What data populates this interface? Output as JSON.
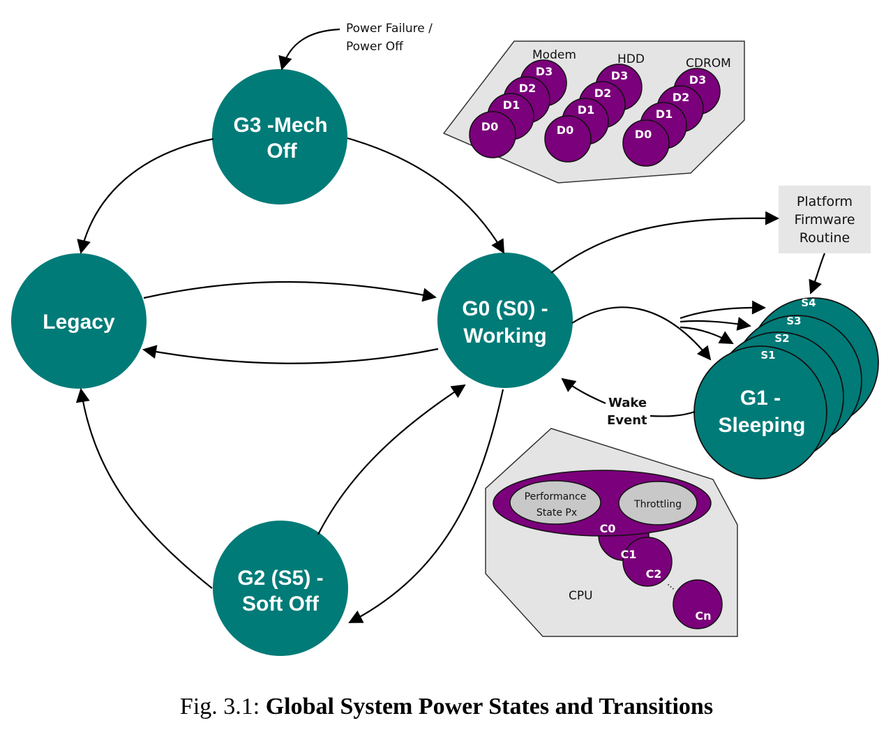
{
  "colors": {
    "state_fill": "#007b78",
    "device_fill": "#7b007b",
    "panel_fill": "#e4e4e4",
    "inner_fill": "#c8c8c8",
    "firmware_box_fill": "#e6e6e6",
    "edge": "#000000"
  },
  "states": {
    "g3": {
      "line1": "G3 -Mech",
      "line2": "Off"
    },
    "legacy": {
      "line1": "Legacy"
    },
    "g0": {
      "line1": "G0 (S0) -",
      "line2": "Working"
    },
    "g2": {
      "line1": "G2 (S5) -",
      "line2": "Soft Off"
    },
    "g1": {
      "line1": "G1 -",
      "line2": "Sleeping",
      "sleep_states": [
        "S1",
        "S2",
        "S3",
        "S4"
      ]
    }
  },
  "annotations": {
    "power_failure_line1": "Power Failure /",
    "power_failure_line2": "Power Off",
    "wake_line1": "Wake",
    "wake_line2": "Event"
  },
  "firmware_box": {
    "line1": "Platform",
    "line2": "Firmware",
    "line3": "Routine"
  },
  "devices_panel": {
    "groups": [
      {
        "name": "Modem",
        "states": [
          "D0",
          "D1",
          "D2",
          "D3"
        ]
      },
      {
        "name": "HDD",
        "states": [
          "D0",
          "D1",
          "D2",
          "D3"
        ]
      },
      {
        "name": "CDROM",
        "states": [
          "D0",
          "D1",
          "D2",
          "D3"
        ]
      }
    ]
  },
  "cpu_panel": {
    "label": "CPU",
    "c0_label": "C0",
    "perf_line1": "Performance",
    "perf_line2": "State Px",
    "throttling": "Throttling",
    "cstates": [
      "C1",
      "C2",
      "Cn"
    ],
    "ellipsis": "..."
  },
  "caption": {
    "prefix": "Fig. 3.1: ",
    "title": "Global System Power States and Transitions"
  }
}
